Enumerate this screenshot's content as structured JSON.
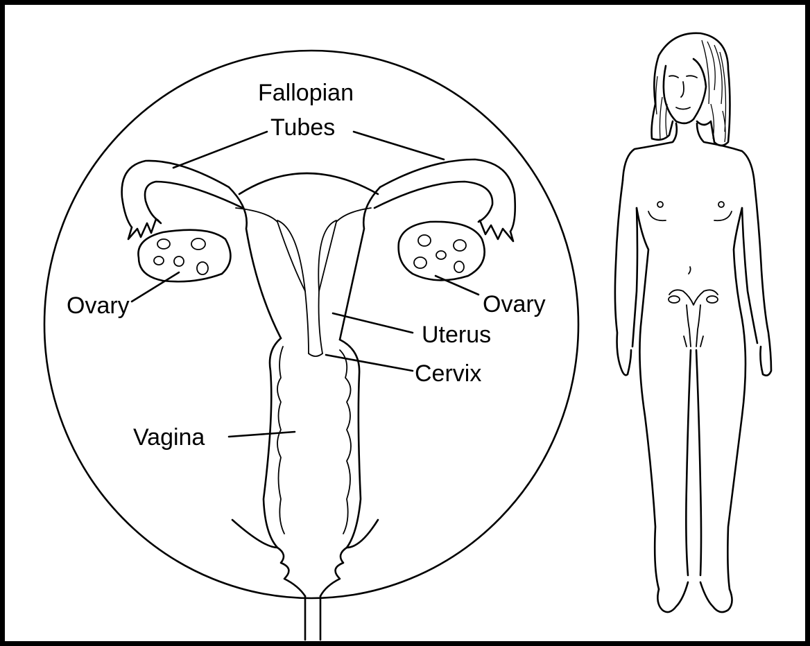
{
  "labels": {
    "fallopian_line1": "Fallopian",
    "fallopian_line2": "Tubes",
    "ovary_left": "Ovary",
    "ovary_right": "Ovary",
    "uterus": "Uterus",
    "cervix": "Cervix",
    "vagina": "Vagina"
  },
  "colors": {
    "ink": "#000000",
    "background": "#ffffff"
  }
}
